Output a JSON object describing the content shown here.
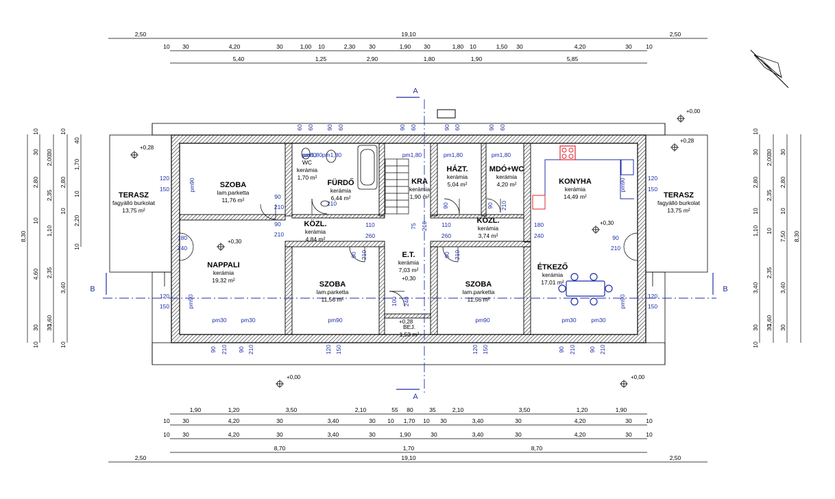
{
  "colors": {
    "walls": "#000000",
    "annotation": "#1c2fa8",
    "stove": "#e0252f",
    "dining_furniture": "#1c2fa8"
  },
  "rooms": [
    {
      "name": "SZOBA",
      "floor": "lam.parketta",
      "area": "11,76 m²"
    },
    {
      "name": "FÜRDŐ",
      "floor": "kerámia",
      "area": "6,44 m²"
    },
    {
      "name": "WC",
      "floor": "kerámia",
      "area": "1,70 m²"
    },
    {
      "name": "KRA",
      "floor": "kerámia",
      "area": "1,90 m²"
    },
    {
      "name": "HÁZT.",
      "floor": "kerámia",
      "area": "5,04 m²"
    },
    {
      "name": "MDÓ+WC",
      "floor": "kerámia",
      "area": "4,20 m²"
    },
    {
      "name": "KONYHA",
      "floor": "kerámia",
      "area": "14,49 m²"
    },
    {
      "name": "TERASZ",
      "floor": "fagyálló burkolat",
      "area": "13,75 m²"
    },
    {
      "name": "TERASZ",
      "floor": "fagyálló burkolat",
      "area": "13,75 m²"
    },
    {
      "name": "KÖZL.",
      "floor": "kerámia",
      "area": "4,84 m²"
    },
    {
      "name": "KÖZL.",
      "floor": "kerámia",
      "area": "3,74 m²"
    },
    {
      "name": "NAPPALI",
      "floor": "kerámia",
      "area": "19,32 m²"
    },
    {
      "name": "E.T.",
      "floor": "kerámia",
      "area": "7,03 m²"
    },
    {
      "name": "SZOBA",
      "floor": "lam.parketta",
      "area": "11,56 m²"
    },
    {
      "name": "SZOBA",
      "floor": "lam.parketta",
      "area": "11,56 m²"
    },
    {
      "name": "ÉTKEZŐ",
      "floor": "kerámia",
      "area": "17,01 m²"
    },
    {
      "name": "BEJ.",
      "floor": "",
      "area": "1,53 m²"
    }
  ],
  "levels": [
    "+0,00",
    "+0,28",
    "+0,28",
    "+0,30",
    "+0,30",
    "+0,30",
    "+0,28",
    "+0,00",
    "+0,00"
  ],
  "section_labels": [
    "A",
    "A",
    "B",
    "B"
  ],
  "top_dims": {
    "row1": [
      "2,50",
      "19,10",
      "2,50"
    ],
    "row2": [
      "10",
      "30",
      "4,20",
      "30",
      "1,00",
      "10",
      "2,30",
      "30",
      "1,90",
      "30",
      "1,80",
      "10",
      "1,50",
      "30",
      "4,20",
      "30",
      "10"
    ],
    "row3": [
      "5,40",
      "1,25",
      "2,90",
      "1,80",
      "1,90",
      "5,85"
    ]
  },
  "bottom_dims": {
    "row1": [
      "1,90",
      "1,20",
      "3,50",
      "2,10",
      "55",
      "80",
      "35",
      "2,10",
      "3,50",
      "1,20",
      "1,90"
    ],
    "row2": [
      "10",
      "30",
      "4,20",
      "30",
      "3,40",
      "30",
      "10",
      "1,70",
      "10",
      "30",
      "3,40",
      "30",
      "4,20",
      "30",
      "10"
    ],
    "row3": [
      "10",
      "30",
      "4,20",
      "30",
      "3,40",
      "30",
      "1,90",
      "30",
      "3,40",
      "30",
      "4,20",
      "30",
      "10"
    ],
    "row4": [
      "8,70",
      "1,70",
      "8,70"
    ],
    "row5": [
      "2,50",
      "19,10",
      "2,50"
    ]
  },
  "left_dims": {
    "col1": [
      "8,30"
    ],
    "col2": [
      "10",
      "30",
      "2,80",
      "10",
      "4,60",
      "30",
      "10"
    ],
    "col3": [
      "30",
      "2,00",
      "2,35",
      "1,10",
      "2,35",
      "1,60",
      "30"
    ],
    "col4": [
      "10",
      "2,80",
      "10",
      "3,40",
      "10"
    ],
    "col5": [
      "40",
      "1,70",
      "10",
      "2,20",
      "10"
    ]
  },
  "right_dims": {
    "col1": [
      "10",
      "30",
      "2,80",
      "10",
      "1,10",
      "3,40",
      "30",
      "10"
    ],
    "col2": [
      "30",
      "2,00",
      "2,35",
      "10",
      "2,35",
      "1,60",
      "30"
    ],
    "col3": [
      "30",
      "2,80",
      "10",
      "7,50",
      "3,40",
      "30"
    ],
    "col4": [
      "8,30"
    ]
  },
  "openings": [
    "pm1,80",
    "pm1,80",
    "pm1,80",
    "pm1,80",
    "pm1,80",
    "pm90",
    "pm90",
    "pm90",
    "pm90",
    "pm30",
    "pm30",
    "pm90",
    "pm90",
    "pm30",
    "pm30",
    "pm80",
    "60",
    "60",
    "90",
    "60",
    "90",
    "60",
    "90",
    "60",
    "90",
    "60",
    "120",
    "150",
    "120",
    "150",
    "120",
    "150",
    "120",
    "150",
    "90",
    "210",
    "90",
    "210",
    "110",
    "260",
    "110",
    "260",
    "180",
    "240",
    "180",
    "240",
    "90",
    "210",
    "90",
    "210",
    "90",
    "210",
    "90",
    "210",
    "90",
    "210",
    "75",
    "210",
    "90",
    "210",
    "90",
    "210",
    "120",
    "150",
    "120",
    "150",
    "90",
    "210",
    "90",
    "210",
    "100",
    "240"
  ]
}
